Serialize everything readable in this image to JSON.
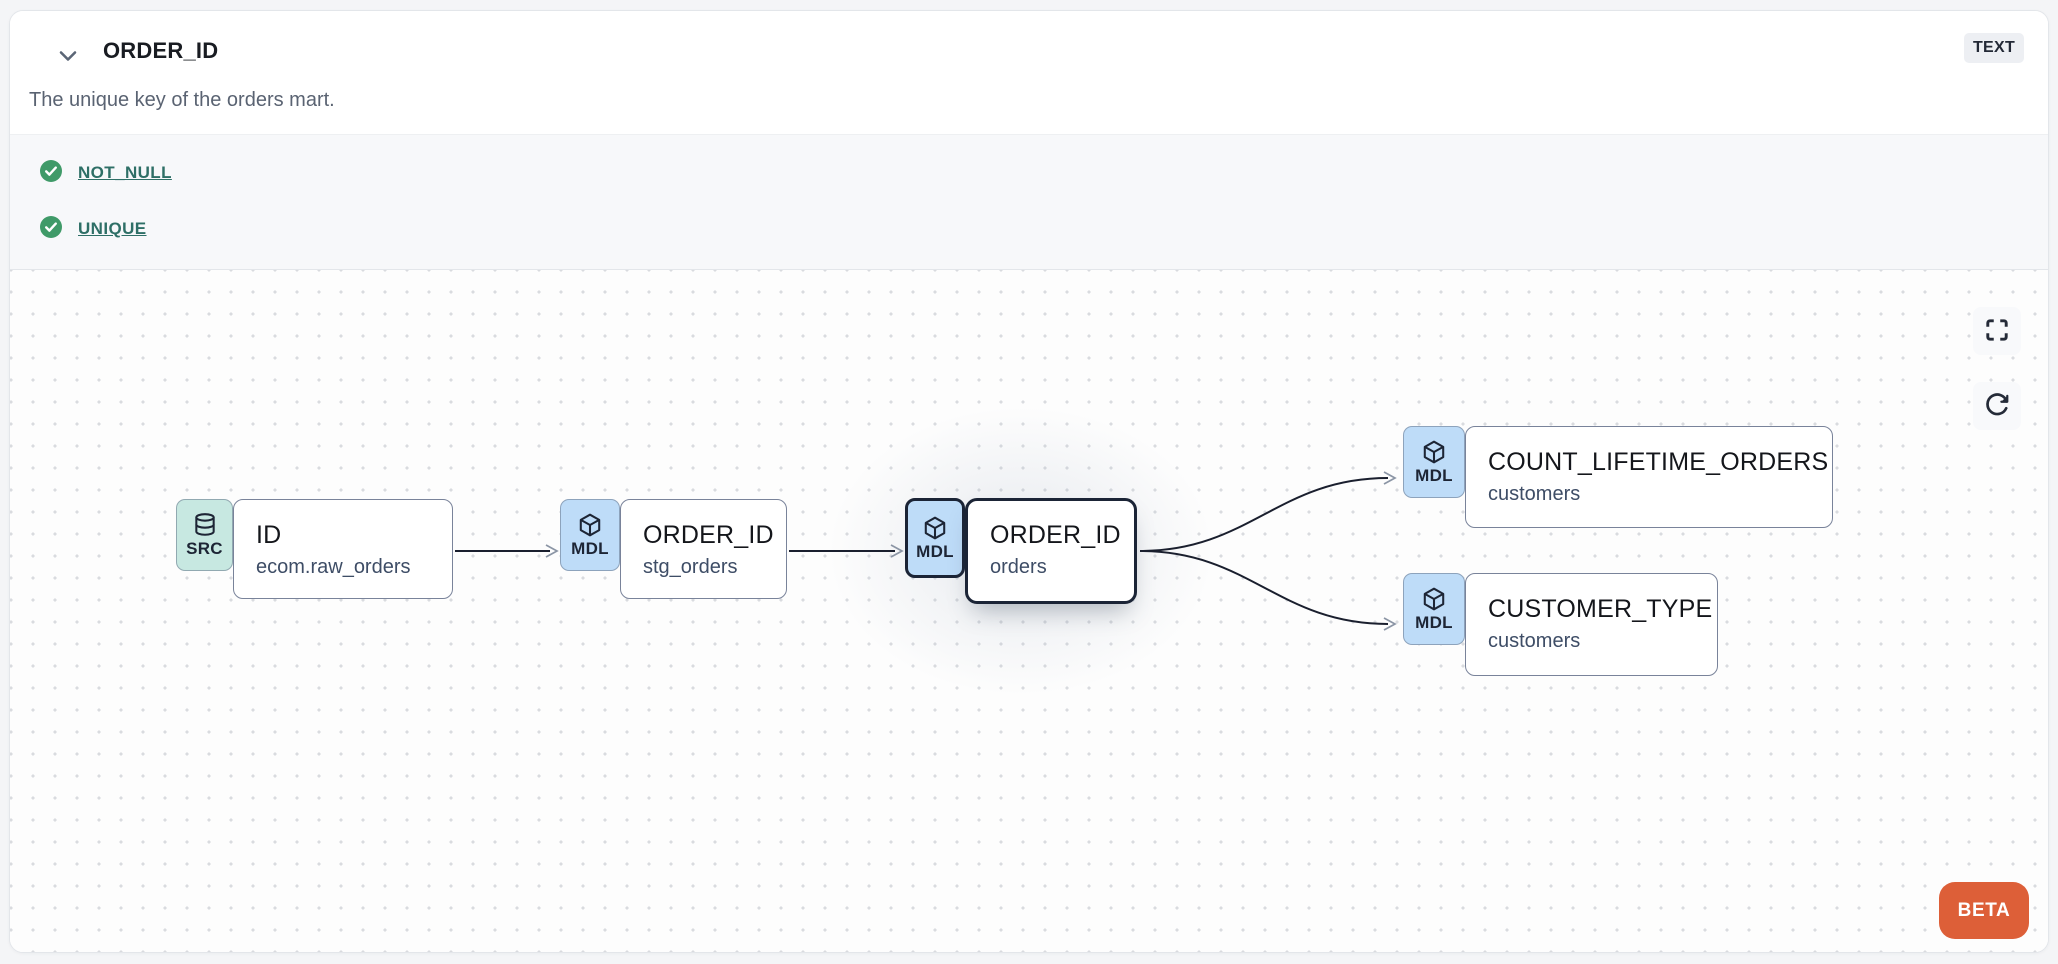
{
  "header": {
    "title": "ORDER_ID",
    "type_badge": "TEXT",
    "description": "The unique key of the orders mart."
  },
  "tests": [
    {
      "name": "NOT_NULL",
      "status": "pass"
    },
    {
      "name": "UNIQUE",
      "status": "pass"
    }
  ],
  "lineage": {
    "nodes": [
      {
        "badge": "SRC",
        "icon": "database-icon",
        "title": "ID",
        "subtitle": "ecom.raw_orders",
        "selected": false
      },
      {
        "badge": "MDL",
        "icon": "cube-icon",
        "title": "ORDER_ID",
        "subtitle": "stg_orders",
        "selected": false
      },
      {
        "badge": "MDL",
        "icon": "cube-icon",
        "title": "ORDER_ID",
        "subtitle": "orders",
        "selected": true
      },
      {
        "badge": "MDL",
        "icon": "cube-icon",
        "title": "COUNT_LIFETIME_ORDERS",
        "subtitle": "customers",
        "selected": false
      },
      {
        "badge": "MDL",
        "icon": "cube-icon",
        "title": "CUSTOMER_TYPE",
        "subtitle": "customers",
        "selected": false
      }
    ],
    "edges": [
      {
        "from": 0,
        "to": 1
      },
      {
        "from": 1,
        "to": 2
      },
      {
        "from": 2,
        "to": 3
      },
      {
        "from": 2,
        "to": 4
      }
    ],
    "beta_label": "BETA"
  },
  "colors": {
    "src_badge": "#c7e8e1",
    "mdl_badge": "#bedcf8",
    "selected_border": "#1b2436",
    "test_pass_green": "#3f9a68",
    "test_link_teal": "#2e6f66",
    "beta_orange": "#dd5f38",
    "edge_line": "#1a1f2e"
  }
}
